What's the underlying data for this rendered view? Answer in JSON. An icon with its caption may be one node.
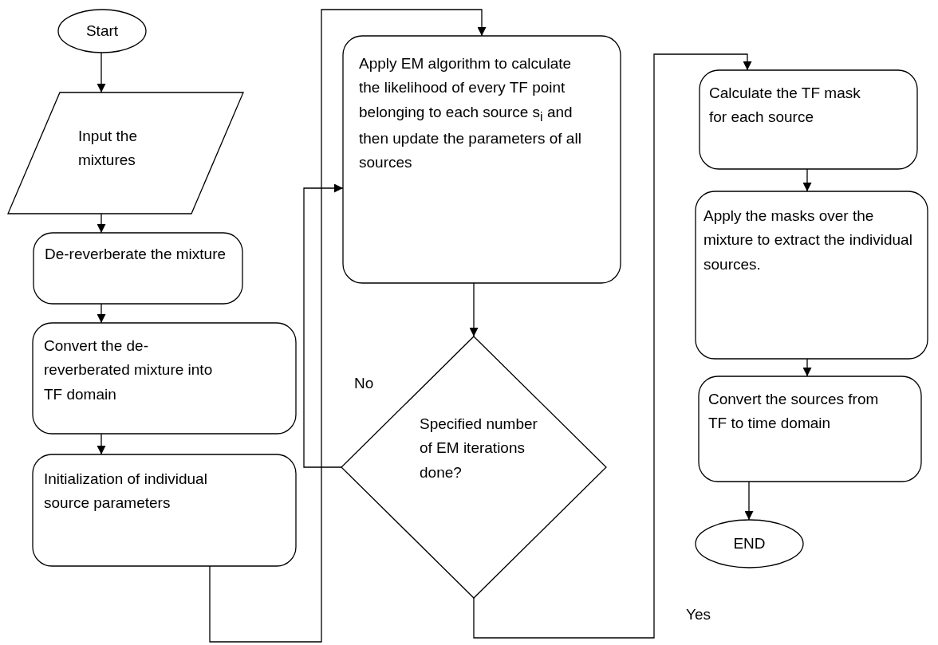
{
  "diagram": {
    "nodes": [
      {
        "text": [
          "Start"
        ]
      },
      {
        "text": [
          "Input the mixtures"
        ]
      },
      {
        "text": [
          "De-reverberate the mixture"
        ]
      },
      {
        "text": [
          "Convert the de-reverberated mixture into TF domain"
        ]
      },
      {
        "text": [
          "Initialization of individual source parameters"
        ]
      },
      {
        "text": [
          "Apply EM algorithm to calculate the likelihood of every TF point belonging to each source s$_{i}$ and then update the parameters of all sources"
        ]
      },
      {
        "text": [
          "Specified number of EM iterations done?"
        ]
      },
      {
        "text": [
          "Calculate the TF mask for each source"
        ]
      },
      {
        "text": [
          "Apply the masks over the mixture to extract the individual sources."
        ]
      },
      {
        "text": [
          "Convert the sources from TF to time domain"
        ]
      },
      {
        "text": [
          "END"
        ]
      }
    ],
    "edges": [
      {
        "from": 0,
        "to": 1,
        "arrow": "to"
      },
      {
        "from": 1,
        "to": 2,
        "arrow": "to"
      },
      {
        "from": 2,
        "to": 3,
        "arrow": "to"
      },
      {
        "from": 3,
        "to": 4,
        "arrow": "to"
      },
      {
        "from": 4,
        "to": 5,
        "arrow": "to"
      },
      {
        "from": 5,
        "to": 6,
        "arrow": "to"
      },
      {
        "from": 6,
        "to": 5,
        "arrow": "to",
        "label": "No"
      },
      {
        "from": 6,
        "to": 7,
        "arrow": "to",
        "label": "Yes"
      },
      {
        "from": 7,
        "to": 8,
        "arrow": "to"
      },
      {
        "from": 8,
        "to": 9,
        "arrow": "to"
      },
      {
        "from": 9,
        "to": 10,
        "arrow": "to"
      }
    ]
  }
}
